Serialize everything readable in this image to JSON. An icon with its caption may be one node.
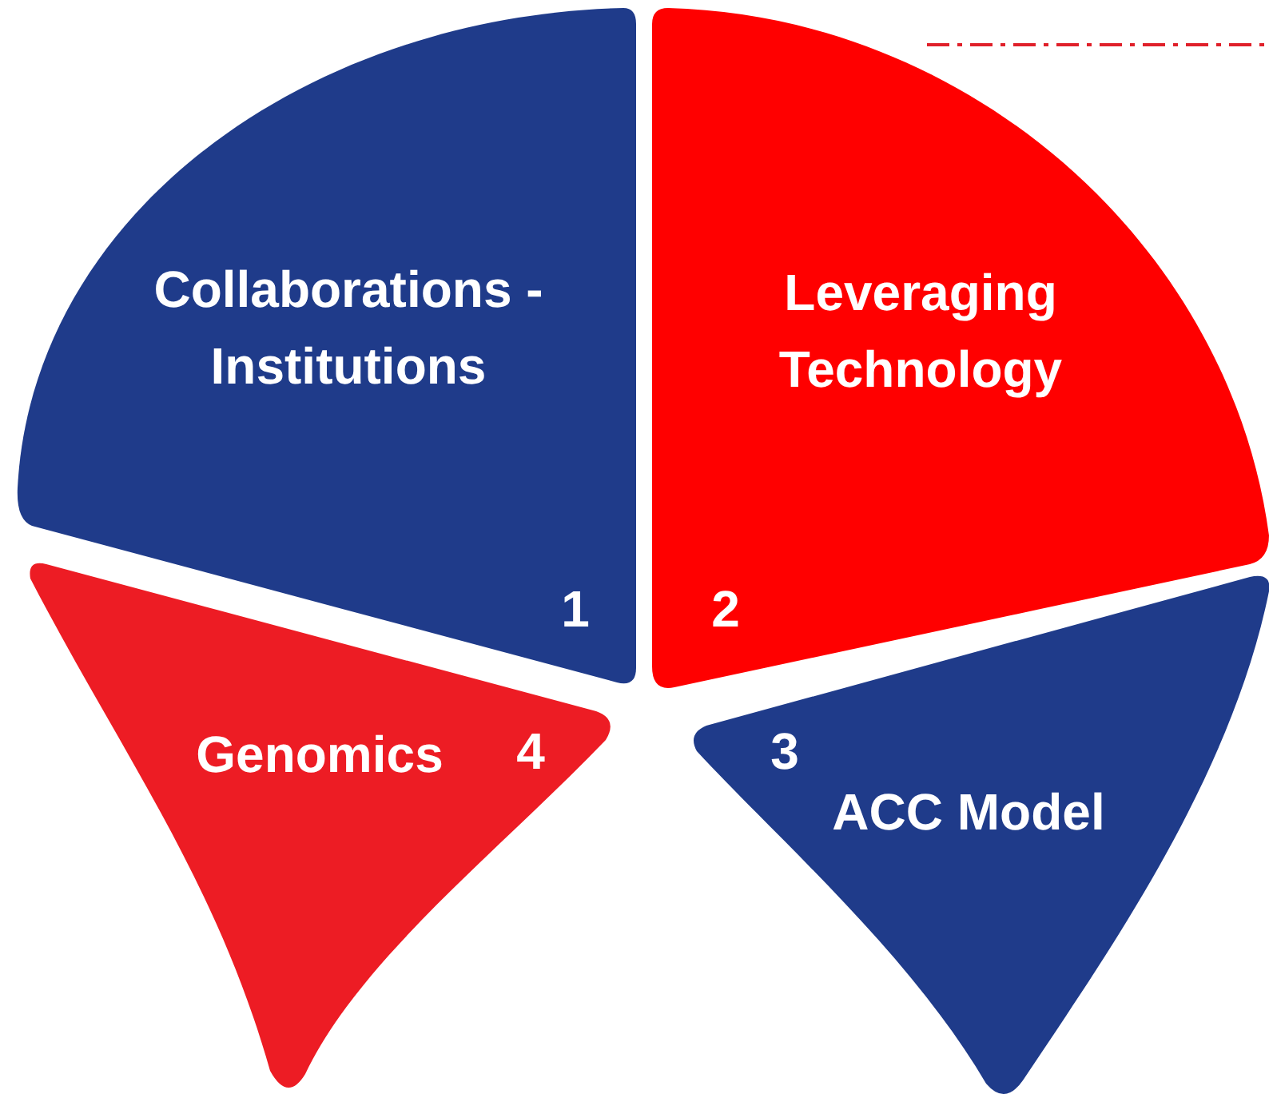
{
  "diagram": {
    "nodes": [
      {
        "text": [
          "Collaborations - Institutions",
          "1"
        ]
      },
      {
        "text": [
          "Leveraging Technology",
          "2"
        ]
      },
      {
        "text": [
          "Genomics",
          "4"
        ]
      },
      {
        "text": [
          "3",
          "ACC Model"
        ]
      }
    ]
  }
}
